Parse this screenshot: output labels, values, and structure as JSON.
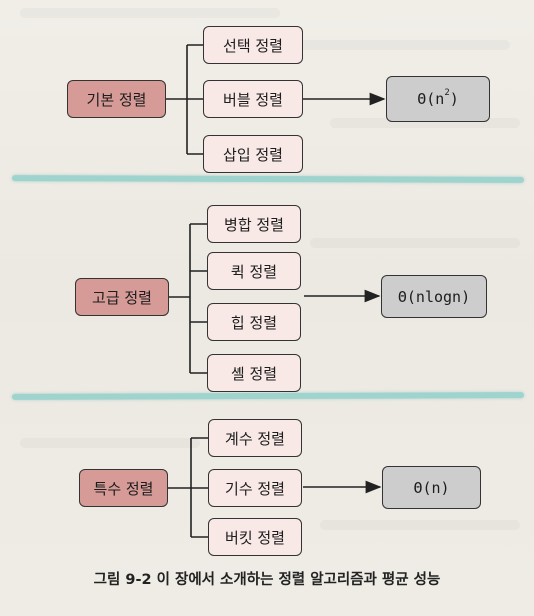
{
  "groups": [
    {
      "parent": "기본 정렬",
      "children": [
        "선택 정렬",
        "버블 정렬",
        "삽입 정렬"
      ],
      "complexity_prefix": "Θ(n",
      "complexity_sup": "2",
      "complexity_suffix": ")"
    },
    {
      "parent": "고급 정렬",
      "children": [
        "병합 정렬",
        "퀵 정렬",
        "힙 정렬",
        "셸 정렬"
      ],
      "complexity": "Θ(nlogn)"
    },
    {
      "parent": "특수 정렬",
      "children": [
        "계수 정렬",
        "기수 정렬",
        "버킷 정렬"
      ],
      "complexity": "Θ(n)"
    }
  ],
  "caption": "그림 9-2 이 장에서 소개하는 정렬 알고리즘과 평균 성능",
  "colors": {
    "parent_fill": "#d69a97",
    "child_fill": "#f9e9e6",
    "result_fill": "#cdcdcd",
    "divider": "#9fd3ce"
  }
}
